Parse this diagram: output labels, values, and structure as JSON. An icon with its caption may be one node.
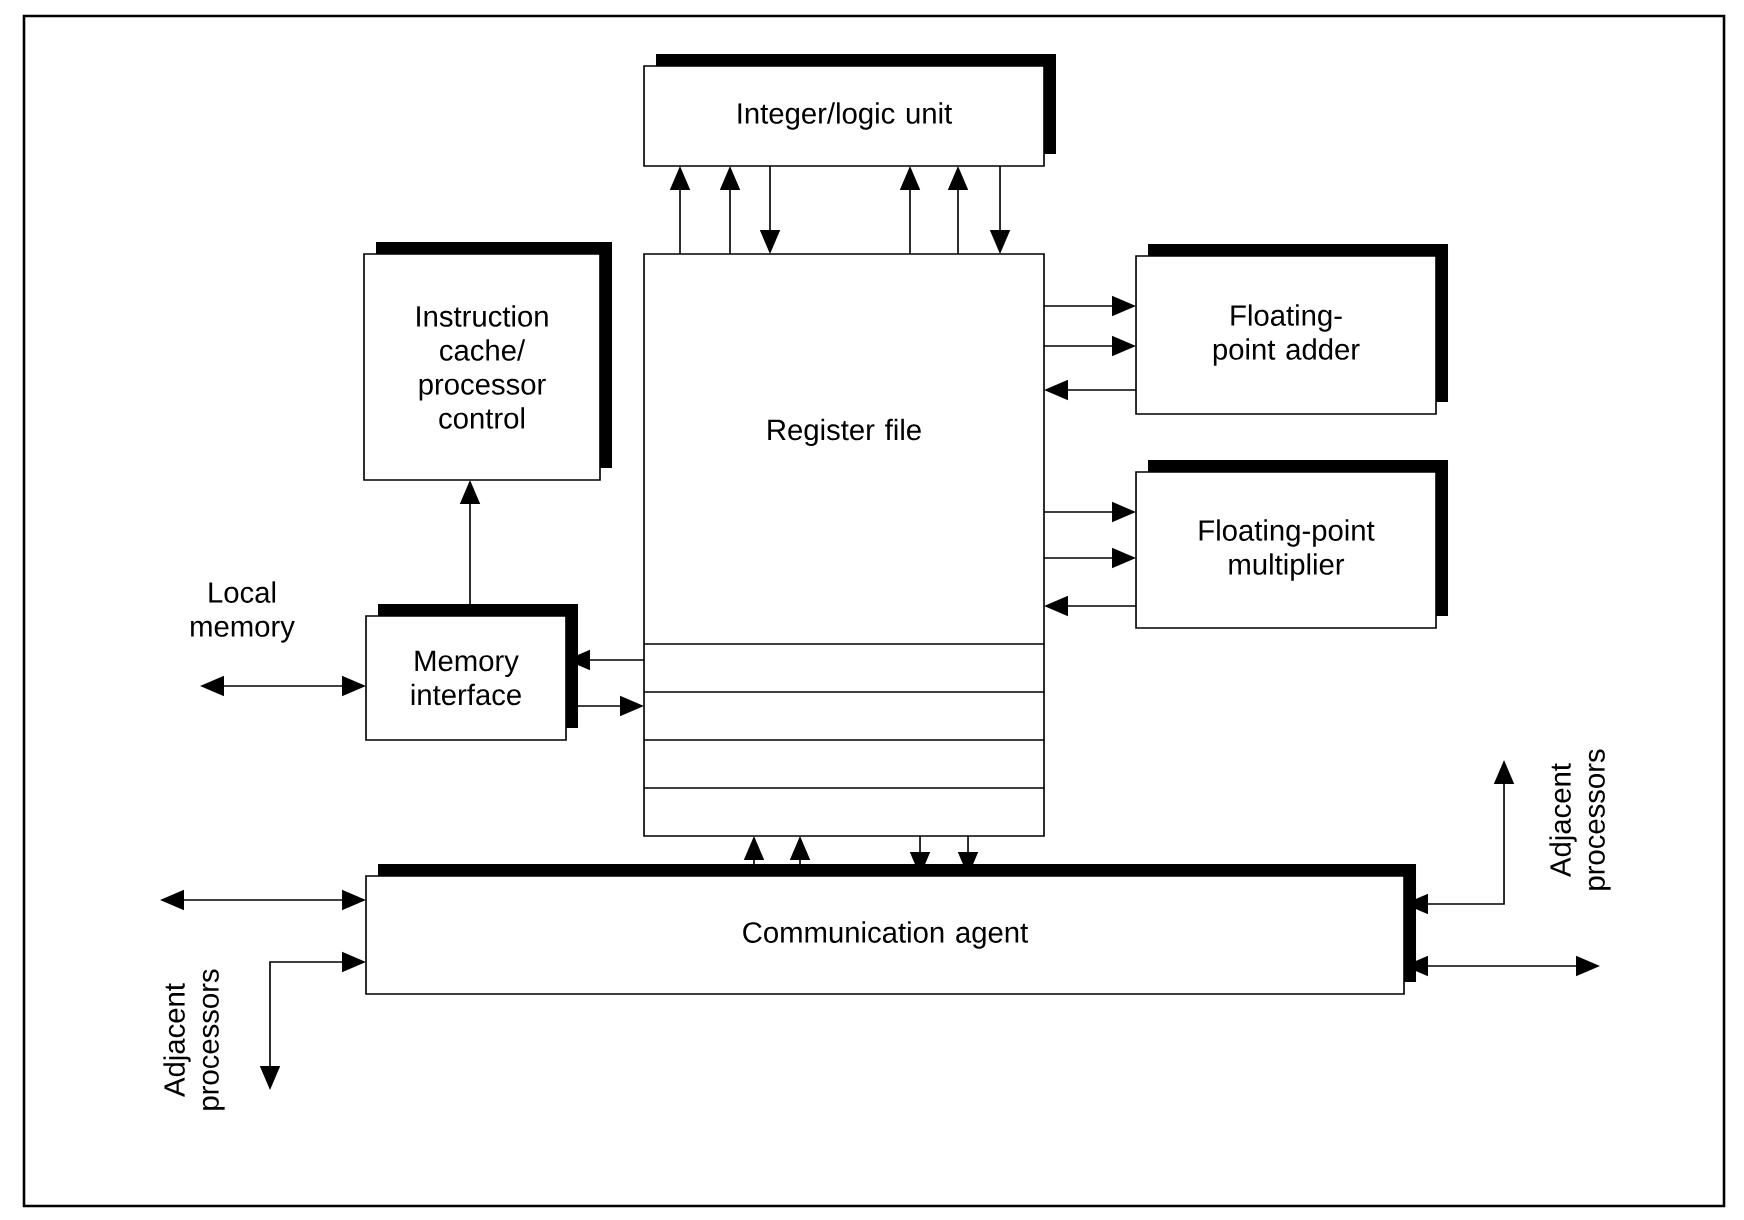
{
  "diagram": {
    "nodes": [
      {
        "text": [
          "Integer/logic unit"
        ]
      },
      {
        "text": [
          "Instruction cache/ processor control"
        ]
      },
      {
        "text": [
          "Register file"
        ]
      },
      {
        "text": [
          "Floating-point adder"
        ]
      },
      {
        "text": [
          "Floating-point multiplier"
        ]
      },
      {
        "text": [
          "Memory interface"
        ]
      },
      {
        "text": [
          "Communication agent"
        ]
      }
    ],
    "edges": [
      {
        "from": 2,
        "to": 0,
        "arrow": "to"
      },
      {
        "from": 2,
        "to": 0,
        "arrow": "to"
      },
      {
        "from": 0,
        "to": 2,
        "arrow": "to"
      },
      {
        "from": 2,
        "to": 0,
        "arrow": "to"
      },
      {
        "from": 2,
        "to": 0,
        "arrow": "to"
      },
      {
        "from": 0,
        "to": 2,
        "arrow": "to"
      },
      {
        "from": 2,
        "to": 3,
        "arrow": "to"
      },
      {
        "from": 2,
        "to": 3,
        "arrow": "to"
      },
      {
        "from": 3,
        "to": 2,
        "arrow": "to"
      },
      {
        "from": 2,
        "to": 4,
        "arrow": "to"
      },
      {
        "from": 2,
        "to": 4,
        "arrow": "to"
      },
      {
        "from": 4,
        "to": 2,
        "arrow": "to"
      },
      {
        "from": 5,
        "to": 1,
        "arrow": "to"
      },
      {
        "from": 2,
        "to": 5,
        "arrow": "to"
      },
      {
        "from": 5,
        "to": 2,
        "arrow": "to"
      },
      {
        "from": null,
        "to": 5,
        "arrow": "both"
      },
      {
        "from": 6,
        "to": 2,
        "arrow": "to"
      },
      {
        "from": 6,
        "to": 2,
        "arrow": "to"
      },
      {
        "from": 2,
        "to": 6,
        "arrow": "to"
      },
      {
        "from": 2,
        "to": 6,
        "arrow": "to"
      },
      {
        "from": null,
        "to": 6,
        "arrow": "both"
      },
      {
        "from": null,
        "to": 6,
        "arrow": "both"
      },
      {
        "from": null,
        "to": 6,
        "arrow": "both"
      },
      {
        "from": null,
        "to": 6,
        "arrow": "both"
      }
    ],
    "labels": [
      "Local memory",
      "Adjacent processors",
      "Adjacent processors"
    ]
  }
}
